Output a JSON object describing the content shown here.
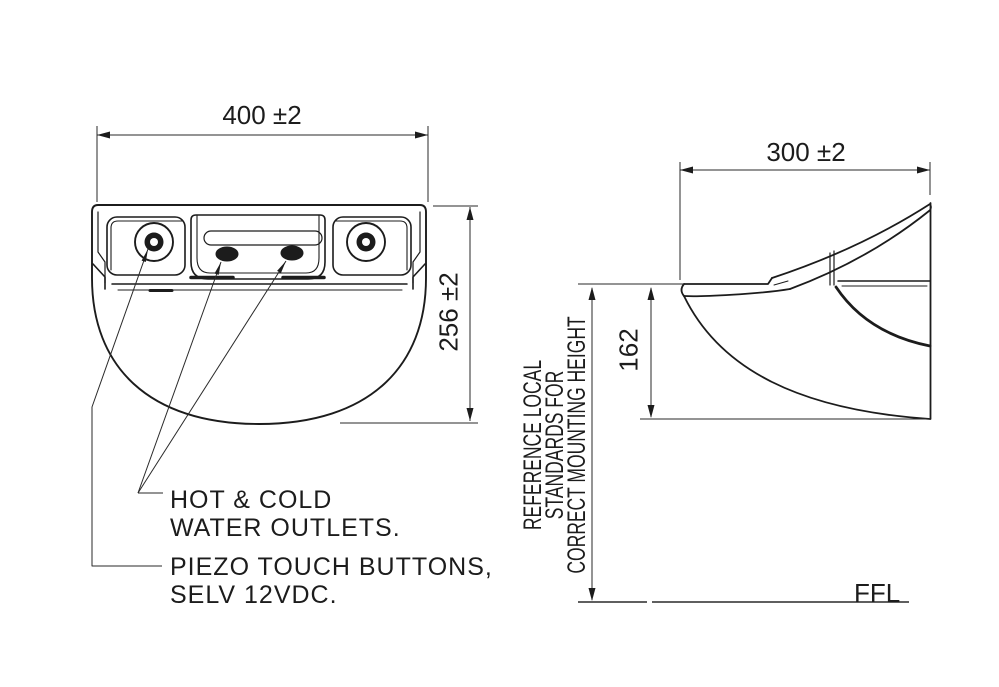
{
  "front_view": {
    "width_dimension": "400 ±2",
    "height_dimension": "256 ±2",
    "callout_water": {
      "line1": "HOT & COLD",
      "line2": "WATER OUTLETS."
    },
    "callout_piezo": {
      "line1": "PIEZO TOUCH BUTTONS,",
      "line2": "SELV 12VDC."
    }
  },
  "side_view": {
    "depth_dimension": "300 ±2",
    "basin_height_dimension": "162",
    "mounting_note": {
      "line1": "REFERENCE LOCAL",
      "line2": "STANDARDS FOR",
      "line3": "CORRECT MOUNTING HEIGHT"
    },
    "floor_level_label": "FFL"
  },
  "colors": {
    "line": "#1c1c1c",
    "background": "#ffffff"
  }
}
